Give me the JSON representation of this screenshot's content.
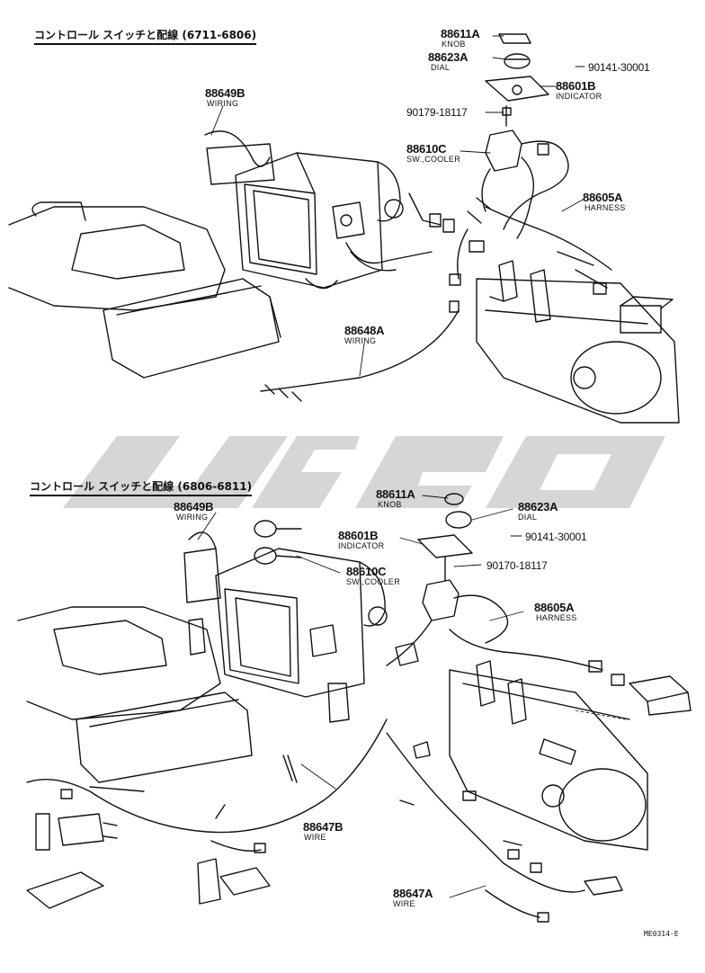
{
  "sections": [
    {
      "title": "コントロール スイッチと配線 (6711-6806)",
      "callouts": [
        {
          "part": "88611A",
          "name": "KNOB"
        },
        {
          "part": "88623A",
          "name": "DIAL"
        },
        {
          "part": "90141-30001",
          "name": ""
        },
        {
          "part": "88601B",
          "name": "INDICATOR"
        },
        {
          "part": "90179-18117",
          "name": ""
        },
        {
          "part": "88610C",
          "name": "SW.,COOLER"
        },
        {
          "part": "88649B",
          "name": "WIRING"
        },
        {
          "part": "88605A",
          "name": "HARNESS"
        },
        {
          "part": "88648A",
          "name": "WIRING"
        }
      ]
    },
    {
      "title": "コントロール スイッチと配線 (6806-6811)",
      "callouts": [
        {
          "part": "88611A",
          "name": "KNOB"
        },
        {
          "part": "88623A",
          "name": "DIAL"
        },
        {
          "part": "88649B",
          "name": "WIRING"
        },
        {
          "part": "88601B",
          "name": "INDICATOR"
        },
        {
          "part": "90141-30001",
          "name": ""
        },
        {
          "part": "88610C",
          "name": "SW.,COOLER"
        },
        {
          "part": "90170-18117",
          "name": ""
        },
        {
          "part": "88605A",
          "name": "HARNESS"
        },
        {
          "part": "88647B",
          "name": "WIRE"
        },
        {
          "part": "88647A",
          "name": "WIRE"
        }
      ]
    }
  ],
  "drawing_code": "ME0314-E",
  "colors": {
    "ink": "#111111",
    "watermark": "#c8c8c8"
  }
}
